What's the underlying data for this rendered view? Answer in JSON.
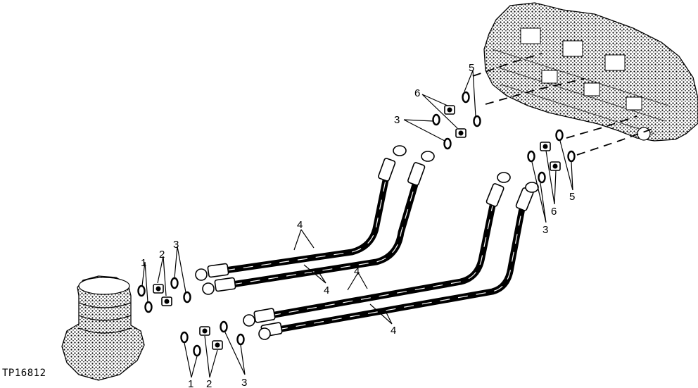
{
  "figure_id": "TP16812",
  "callouts": {
    "c1a": "1",
    "c2a": "2",
    "c3a": "3",
    "c1b": "1",
    "c2b": "2",
    "c3b": "3",
    "c4a": "4",
    "c4b": "4",
    "c4c": "4",
    "c4d": "4",
    "c5a": "5",
    "c6a": "6",
    "c3c": "3",
    "c6b": "6",
    "c5b": "5",
    "c3d": "3"
  }
}
